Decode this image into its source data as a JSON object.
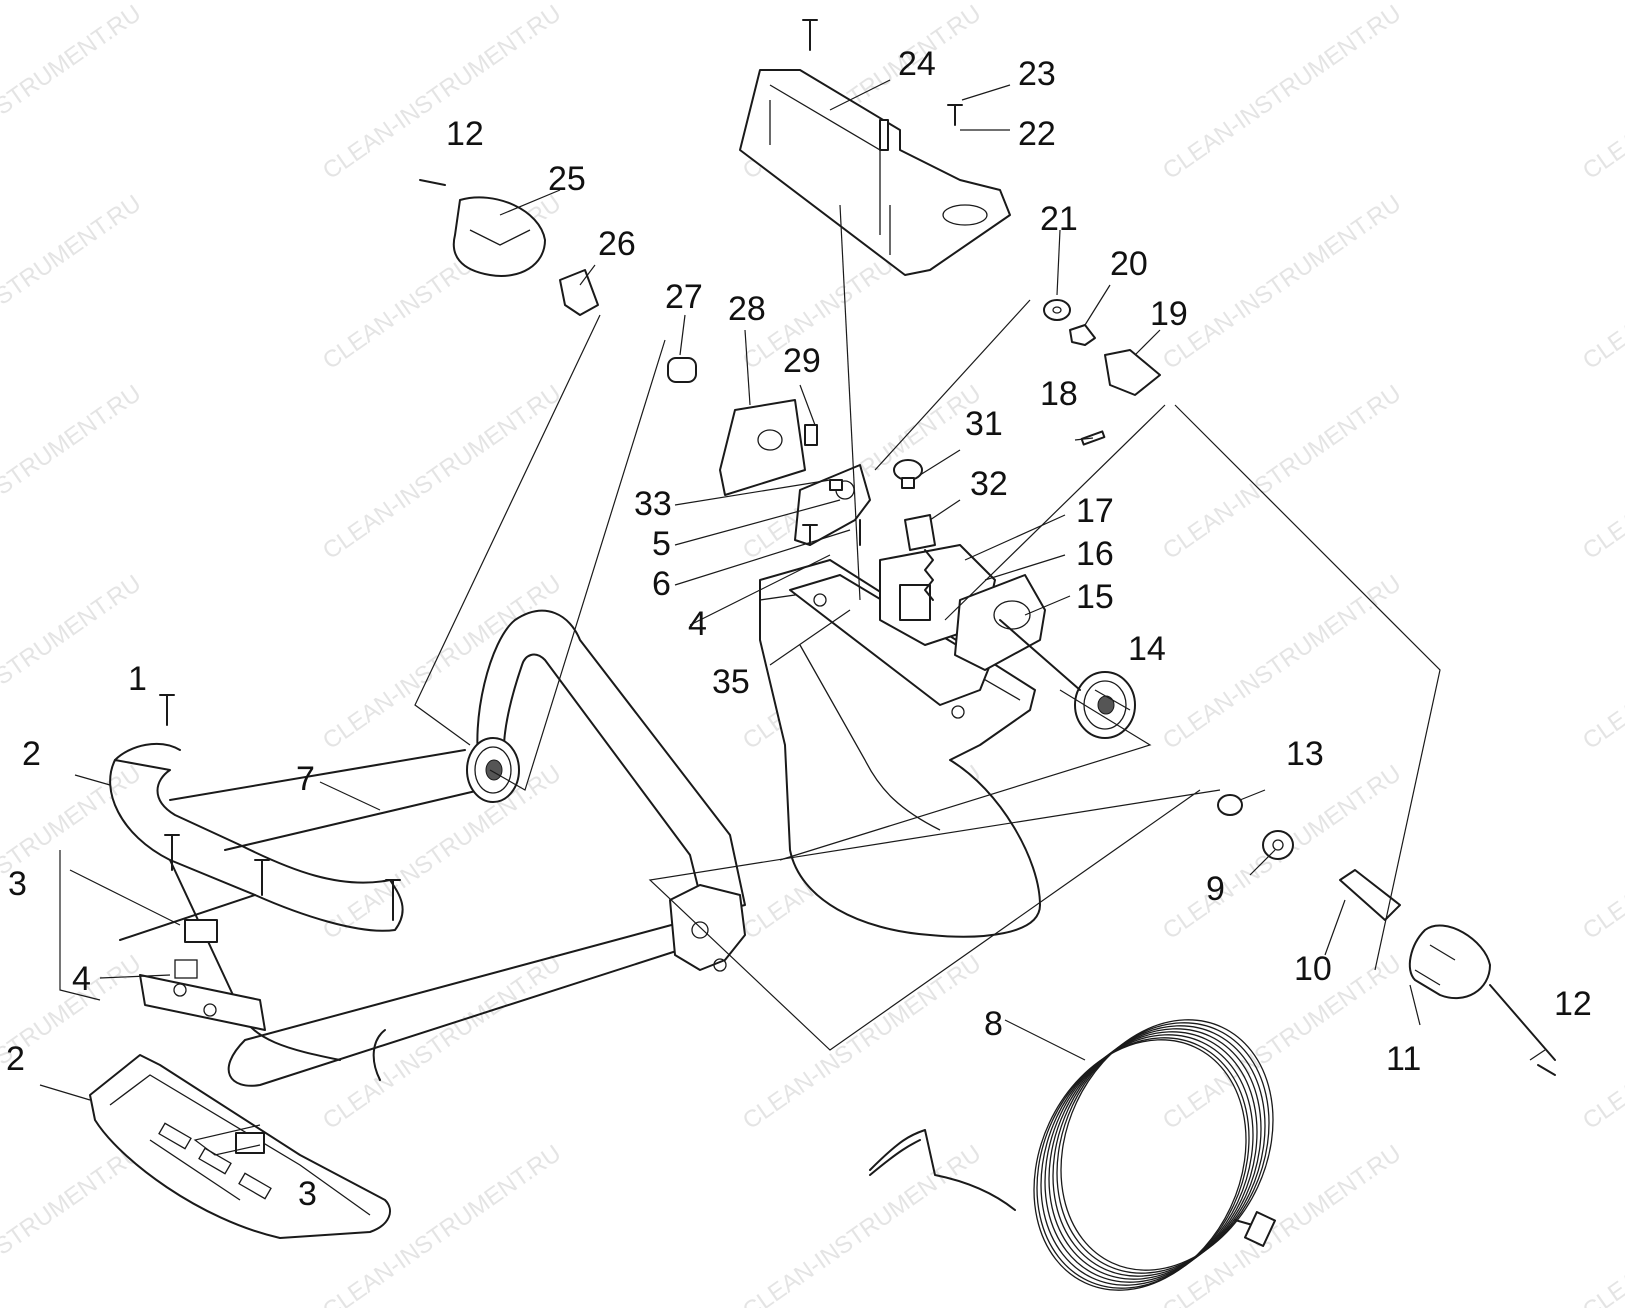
{
  "watermark": "CLEAN-INSTRUMENT.RU",
  "callouts": [
    "1",
    "2",
    "2",
    "3",
    "3",
    "4",
    "4",
    "5",
    "6",
    "7",
    "8",
    "9",
    "10",
    "11",
    "12",
    "12",
    "13",
    "14",
    "15",
    "16",
    "17",
    "18",
    "19",
    "20",
    "21",
    "22",
    "23",
    "24",
    "25",
    "26",
    "27",
    "28",
    "29",
    "31",
    "32",
    "33",
    "35"
  ],
  "colors": {
    "line": "#1a1a1a",
    "background": "#ffffff",
    "watermark": "#cfcfcf"
  }
}
